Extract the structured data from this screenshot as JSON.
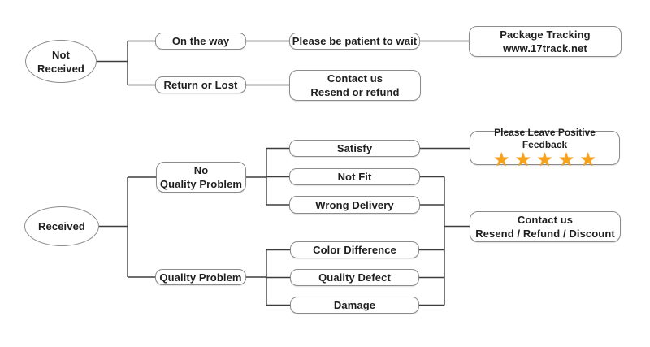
{
  "colors": {
    "background": "#ffffff",
    "box_border": "#8b8b8b",
    "connector": "#3d3d3d",
    "text": "#1f1f1f",
    "star": "#F7A21B"
  },
  "top_flow": {
    "start": "Not\nReceived",
    "on_the_way": "On the way",
    "return_or_lost": "Return or Lost",
    "be_patient": "Please be patient to wait",
    "tracking": "Package Tracking\nwww.17track.net",
    "contact": "Contact us\nResend or refund"
  },
  "bottom_flow": {
    "start": "Received",
    "no_quality_problem": "No\nQuality Problem",
    "quality_problem": "Quality Problem",
    "satisfy": "Satisfy",
    "not_fit": "Not Fit",
    "wrong_delivery": "Wrong Delivery",
    "color_difference": "Color Difference",
    "quality_defect": "Quality Defect",
    "damage": "Damage",
    "feedback_label": "Please Leave Positive Feedback",
    "feedback_stars": "★★★★★",
    "contact": "Contact us\nResend / Refund / Discount"
  }
}
